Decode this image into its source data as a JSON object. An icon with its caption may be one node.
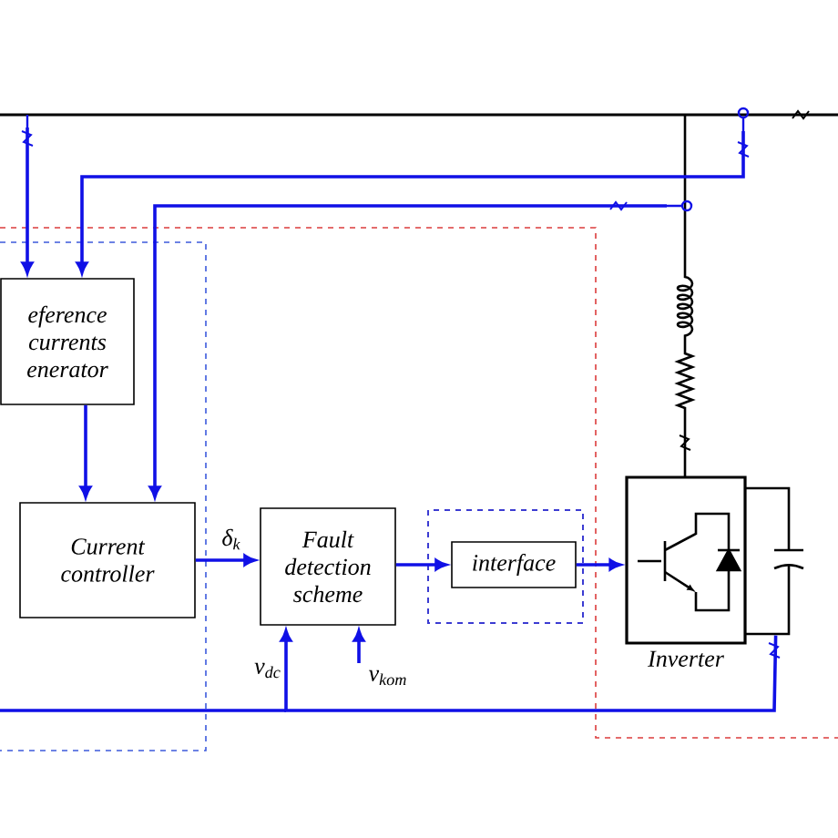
{
  "diagram": {
    "nodes": [
      {
        "text": [
          "eference currents enerator"
        ]
      },
      {
        "text": [
          "Current controller"
        ]
      },
      {
        "text": [
          "Fault detection scheme"
        ]
      },
      {
        "text": [
          "interface"
        ]
      },
      {
        "text": [
          "Inverter"
        ]
      }
    ],
    "edges": [
      {
        "from": null,
        "to": 0,
        "arrow": "to"
      },
      {
        "from": null,
        "to": 0,
        "arrow": "to"
      },
      {
        "from": null,
        "to": 1,
        "arrow": "to"
      },
      {
        "from": 0,
        "to": 1,
        "arrow": "to"
      },
      {
        "from": 1,
        "to": 2,
        "arrow": "to",
        "label": "δ$_{k}$"
      },
      {
        "from": 2,
        "to": 3,
        "arrow": "to"
      },
      {
        "from": 3,
        "to": 4,
        "arrow": "to"
      },
      {
        "from": 4,
        "to": 2,
        "arrow": "to",
        "label": "v$_{dc}$"
      },
      {
        "from": null,
        "to": 2,
        "arrow": "to",
        "label": "v$_{kom}$"
      }
    ]
  }
}
